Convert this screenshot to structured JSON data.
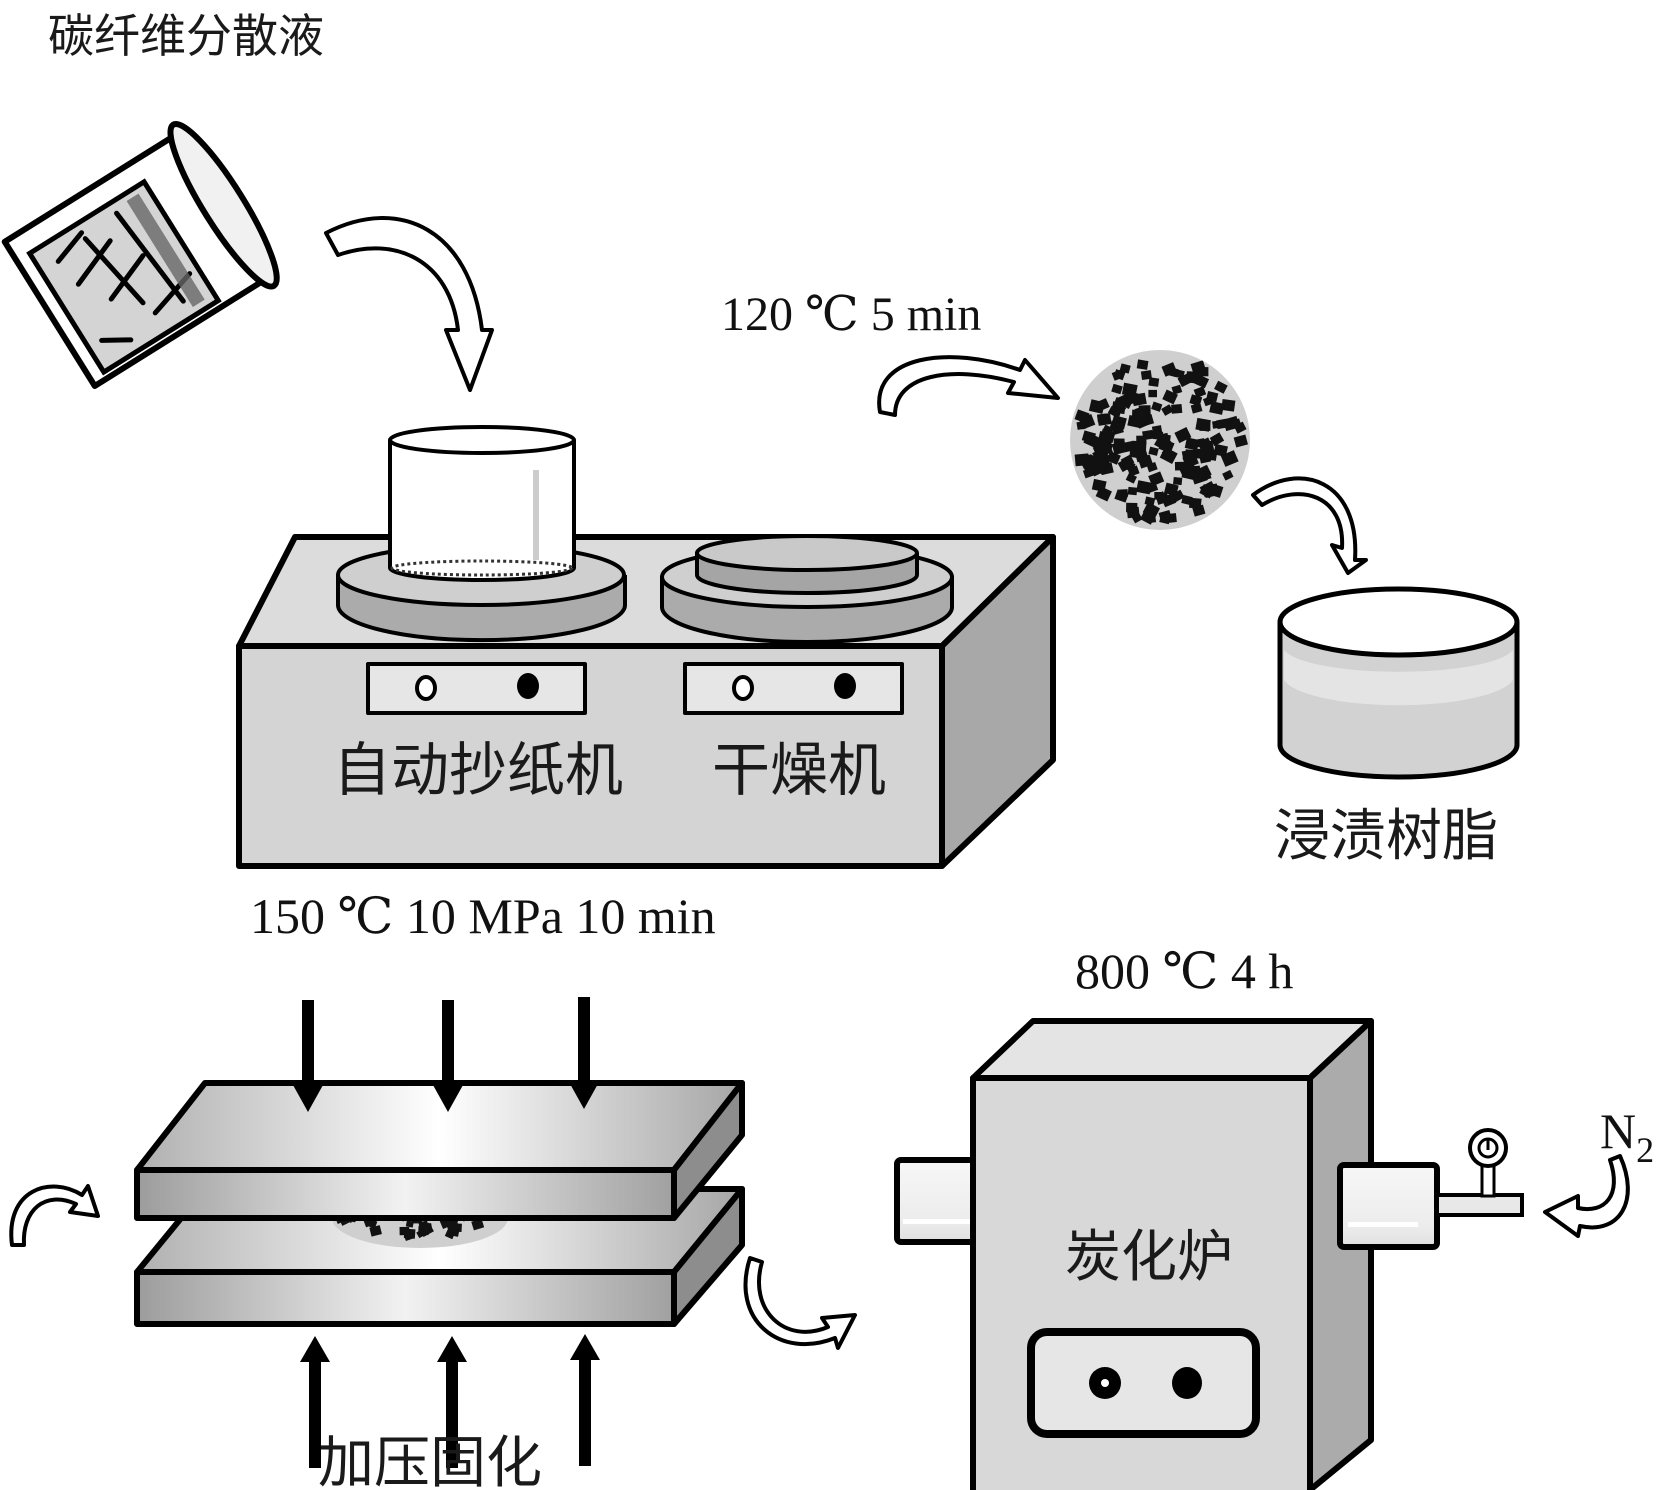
{
  "diagram": {
    "title": "碳纤维分散液 → 自动抄纸机/干燥机 → 浸渍树脂 → 加压固化 → 炭化炉",
    "steps": {
      "dispersion": {
        "label": "碳纤维分散液"
      },
      "papermaker": {
        "label": "自动抄纸机"
      },
      "dryer": {
        "label": "干燥机"
      },
      "drying_condition": {
        "label": "120 ℃ 5 min"
      },
      "impregnation": {
        "label": "浸渍树脂"
      },
      "pressing_condition": {
        "label": "150 ℃ 10 MPa 10 min"
      },
      "pressing": {
        "label": "加压固化"
      },
      "carbonization_condition": {
        "label": "800 ℃ 4 h"
      },
      "furnace": {
        "label": "炭化炉"
      },
      "gas": {
        "label": "N",
        "subscript": "2"
      }
    },
    "colors": {
      "outline": "#000000",
      "panel_light": "#e6e6e6",
      "body_gray": "#d4d4d4",
      "side_gray": "#a8a8a8",
      "particle": "#111111",
      "particle_bg": "#cfcfcf"
    }
  }
}
